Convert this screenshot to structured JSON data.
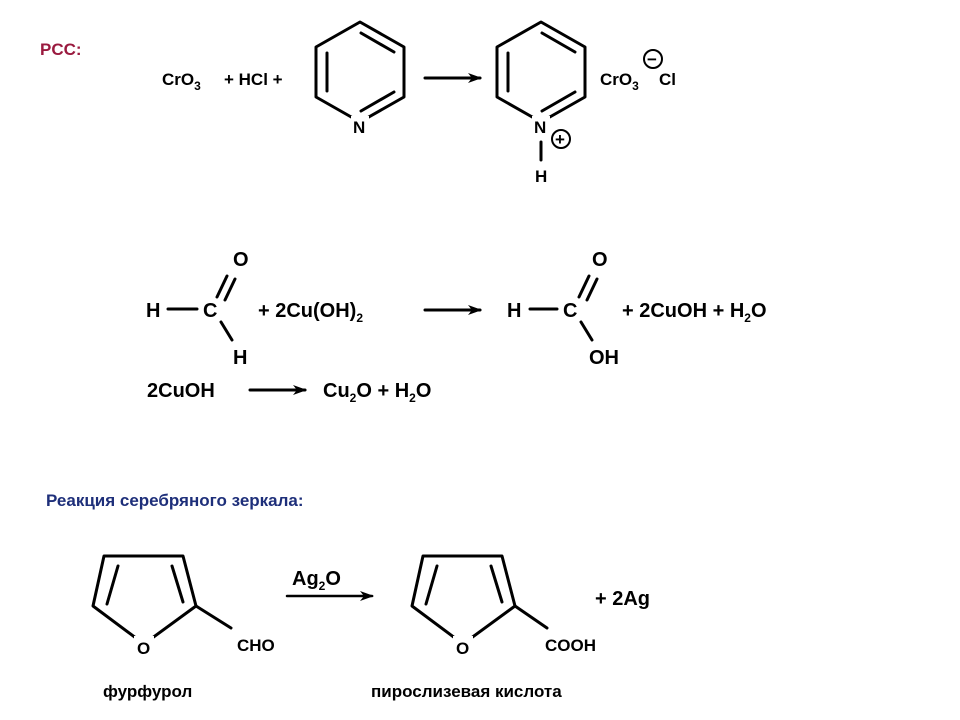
{
  "colors": {
    "pcc_heading": "#9a1a3f",
    "silver_heading": "#1e2f7a",
    "ink": "#000000"
  },
  "pcc": {
    "heading": "PCC:",
    "reagent_cro3": "CrO",
    "reagent_cro3_sub": "3",
    "reagent_plus_hcl": "+ HCl +",
    "pyridine_n": "N",
    "product_n": "N",
    "product_h": "H",
    "plus_charge": "+",
    "minus_charge": "−",
    "anion_cr": "CrO",
    "anion_sub": "3",
    "anion_cl": "Cl"
  },
  "formaldehyde": {
    "h_left": "H",
    "c": "C",
    "o_top": "O",
    "h_bottom": "H",
    "plus_reagent": "+  2Cu(OH)",
    "reagent_sub": "2",
    "prod_h": "H",
    "prod_c": "C",
    "prod_o": "O",
    "prod_oh": "OH",
    "prod_rest": "+  2CuOH + H",
    "prod_rest_sub": "2",
    "prod_rest_tail": "O"
  },
  "cuoh": {
    "left": "2CuOH",
    "right_cu": "Cu",
    "right_cu_sub": "2",
    "right_mid": "O + H",
    "right_h_sub": "2",
    "right_tail": "O"
  },
  "silver_mirror": {
    "heading": "Реакция серебряного зеркала:",
    "furfural_o": "O",
    "furfural_cho": "CHO",
    "reagent_ag": "Ag",
    "reagent_sub": "2",
    "reagent_o": "O",
    "product_o": "O",
    "product_cooh": "COOH",
    "plus_ag": "+  2Ag",
    "furfural_name": "фурфурол",
    "product_name": "пирослизевая кислота"
  }
}
